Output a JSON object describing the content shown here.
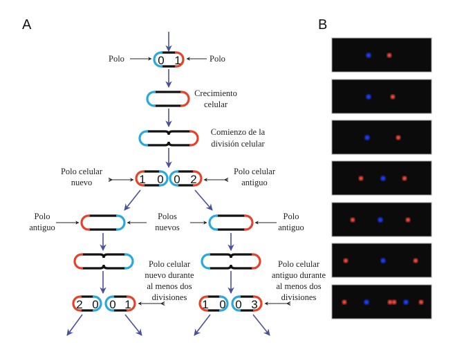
{
  "colors": {
    "old_pole": "#e8412a",
    "new_pole": "#29a8df",
    "flow_arrow": "#4a4f9e",
    "pointer_arrow": "#222222",
    "cell_body": "#111111",
    "micrograph_bg": "#0b0b0b"
  },
  "panel_a": {
    "label": "A",
    "annotations": {
      "polo_left": "Polo",
      "polo_right": "Polo",
      "growth": [
        "Crecimiento",
        "celular"
      ],
      "division_start": [
        "Comienzo de la",
        "división celular"
      ],
      "new_cell_pole": [
        "Polo celular",
        "nuevo"
      ],
      "old_cell_pole": [
        "Polo celular",
        "antiguo"
      ],
      "old_pole_left": [
        "Polo",
        "antiguo"
      ],
      "new_poles": [
        "Polos",
        "nuevos"
      ],
      "old_pole_right": [
        "Polo",
        "antiguo"
      ],
      "new_pole_two_divisions": [
        "Polo celular",
        "nuevo durante",
        "al menos dos",
        "divisiones"
      ],
      "old_pole_two_divisions": [
        "Polo celular",
        "antiguo durante",
        "al menos dos",
        "divisiones"
      ]
    },
    "cells": {
      "gen0": {
        "left_pole_age": "0",
        "right_pole_age": "1"
      },
      "gen1_left": {
        "left_pole_age": "1",
        "right_pole_age": "0"
      },
      "gen1_right": {
        "left_pole_age": "0",
        "right_pole_age": "2"
      },
      "gen2_a": {
        "left_pole_age": "2",
        "right_pole_age": "0"
      },
      "gen2_b": {
        "left_pole_age": "0",
        "right_pole_age": "1"
      },
      "gen2_c": {
        "left_pole_age": "1",
        "right_pole_age": "0"
      },
      "gen2_d": {
        "left_pole_age": "0",
        "right_pole_age": "3"
      }
    }
  },
  "panel_b": {
    "label": "B",
    "frames": [
      {
        "description": "single cell, blue left pole, red right pole"
      },
      {
        "description": "single cell, blue left pole, red right pole"
      },
      {
        "description": "cell elongating, blue left pole, red right pole"
      },
      {
        "description": "two cells, red outer poles, blue septum"
      },
      {
        "description": "two cells, red outer poles, blue septum"
      },
      {
        "description": "two cells elongated, red outer poles, blue septum"
      },
      {
        "description": "four cells, red outer poles, blue septa"
      }
    ]
  }
}
